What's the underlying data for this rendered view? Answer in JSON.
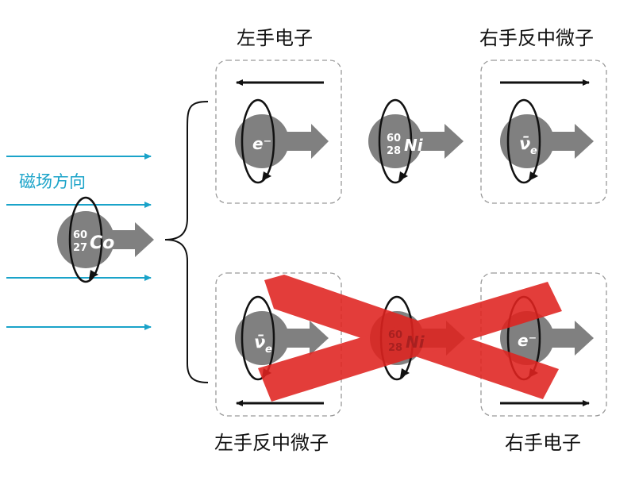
{
  "field": {
    "label": "磁场方向",
    "color": "#1aa3c9"
  },
  "cobalt": {
    "mass": "60",
    "atomic": "27",
    "symbol": "Co"
  },
  "top": {
    "left_caption": "左手电子",
    "right_caption": "右手反中微子",
    "electron": "e⁻",
    "antineutrino": "ν̄",
    "antineutrino_sub": "e",
    "nickel": {
      "mass": "60",
      "atomic": "28",
      "symbol": "Ni"
    }
  },
  "bottom": {
    "left_caption": "左手反中微子",
    "right_caption": "右手电子",
    "antineutrino": "ν̄",
    "antineutrino_sub": "e",
    "electron": "e⁻",
    "nickel": {
      "mass": "60",
      "atomic": "28",
      "symbol": "Ni"
    },
    "forbidden_color": "#e0231f"
  },
  "colors": {
    "particle": "#808080",
    "box_border": "#999999",
    "arrow": "#111111"
  }
}
